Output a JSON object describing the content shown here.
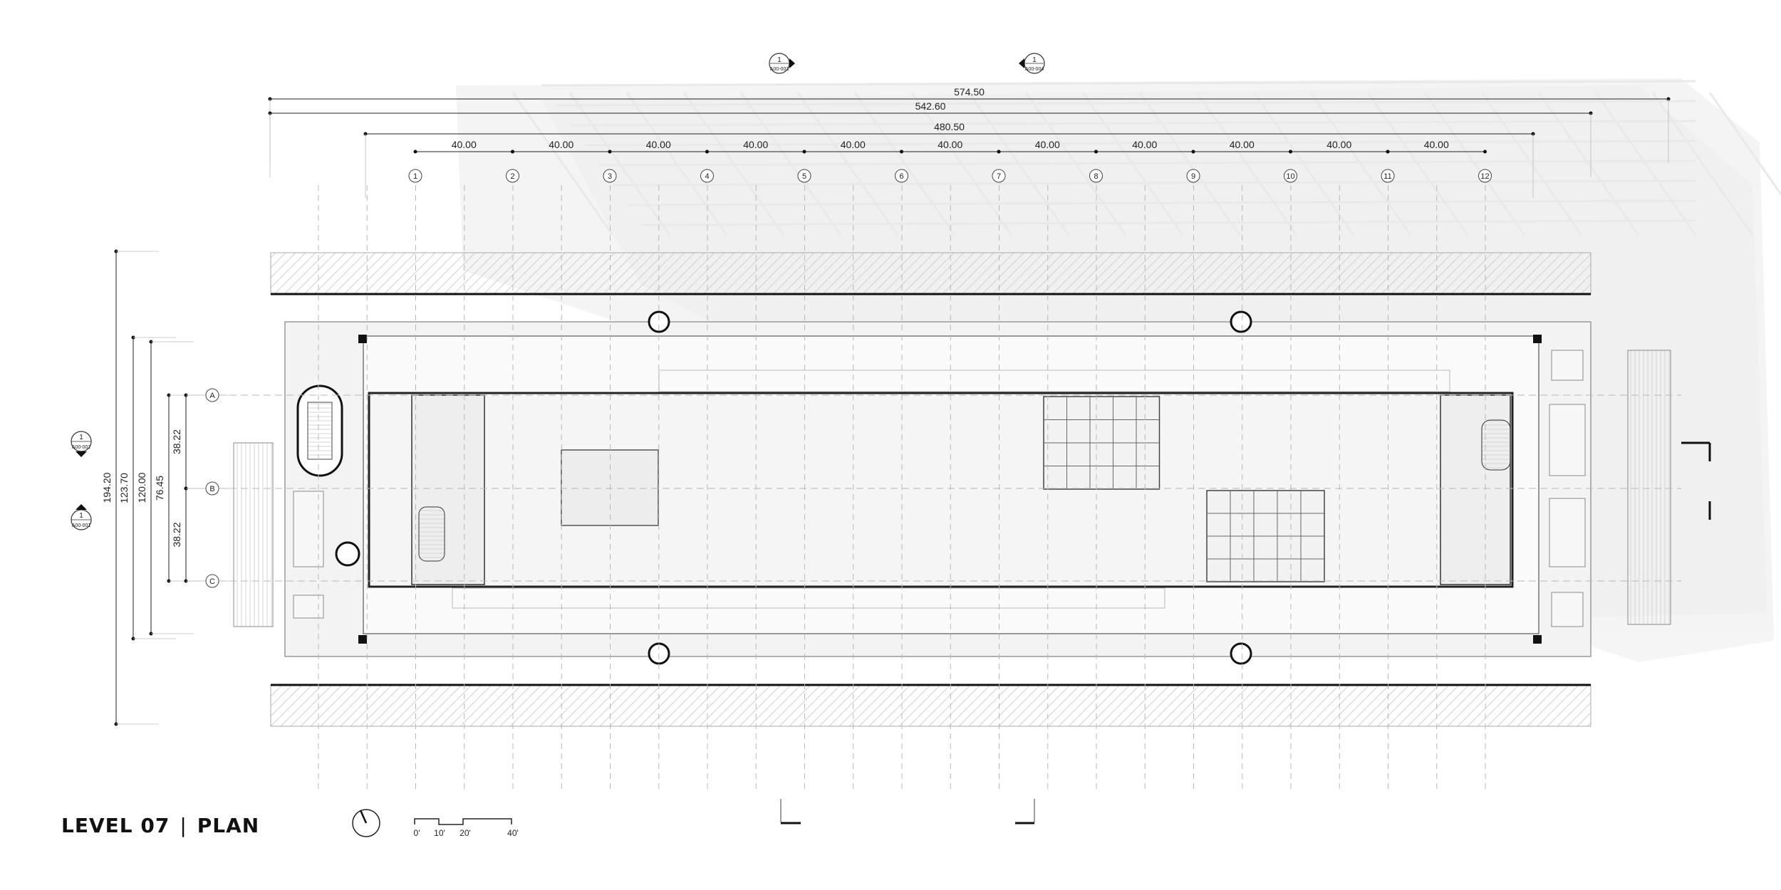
{
  "title": {
    "level": "LEVEL 07",
    "plan": "PLAN",
    "separator": "|"
  },
  "dimensions": {
    "overall": [
      "574.50",
      "542.60",
      "480.50"
    ],
    "bays": [
      "40.00",
      "40.00",
      "40.00",
      "40.00",
      "40.00",
      "40.00",
      "40.00",
      "40.00",
      "40.00",
      "40.00",
      "40.00"
    ],
    "vertical": [
      "194.20",
      "123.70",
      "120.00",
      "76.45"
    ],
    "half_bays": [
      "38.22",
      "38.22"
    ]
  },
  "grid": {
    "columns": [
      "1",
      "2",
      "3",
      "4",
      "5",
      "6",
      "7",
      "8",
      "9",
      "10",
      "11",
      "12"
    ],
    "rows": [
      "A",
      "B",
      "C"
    ]
  },
  "section_markers": [
    {
      "number": "1",
      "sheet": "A00-003"
    },
    {
      "number": "1",
      "sheet": "A00-004"
    },
    {
      "number": "1",
      "sheet": "A00-002"
    },
    {
      "number": "1",
      "sheet": "A00-001"
    }
  ],
  "scale_bar": {
    "labels": [
      "0'",
      "10'",
      "20'",
      "40'"
    ]
  },
  "north_arrow": "north-arrow-icon"
}
